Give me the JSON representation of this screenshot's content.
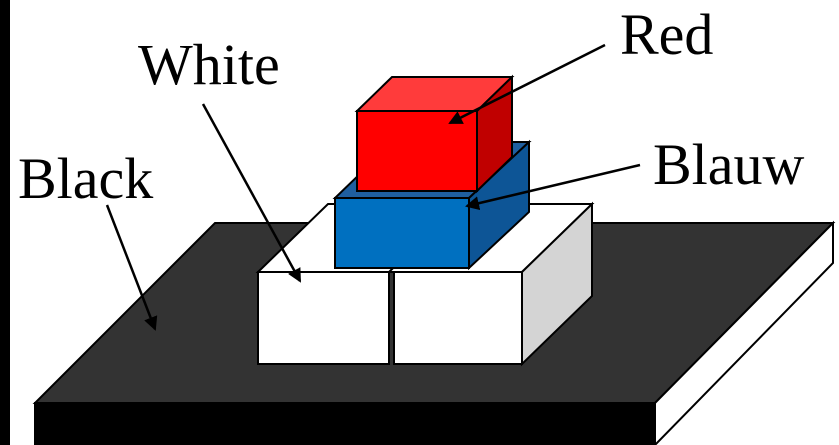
{
  "labels": {
    "red": "Red",
    "white": "White",
    "blauw": "Blauw",
    "black": "Black"
  },
  "colors": {
    "black_top": "#333333",
    "black_front": "#000000",
    "black_side": "#ffffff",
    "white_front": "#ffffff",
    "white_side": "#d4d4d4",
    "blue_front": "#0070c0",
    "blue_top": "#1f5fa0",
    "blue_side": "#0d5596",
    "red_front": "#ff0000",
    "red_top": "#ff3b3b",
    "red_side": "#c00000"
  }
}
